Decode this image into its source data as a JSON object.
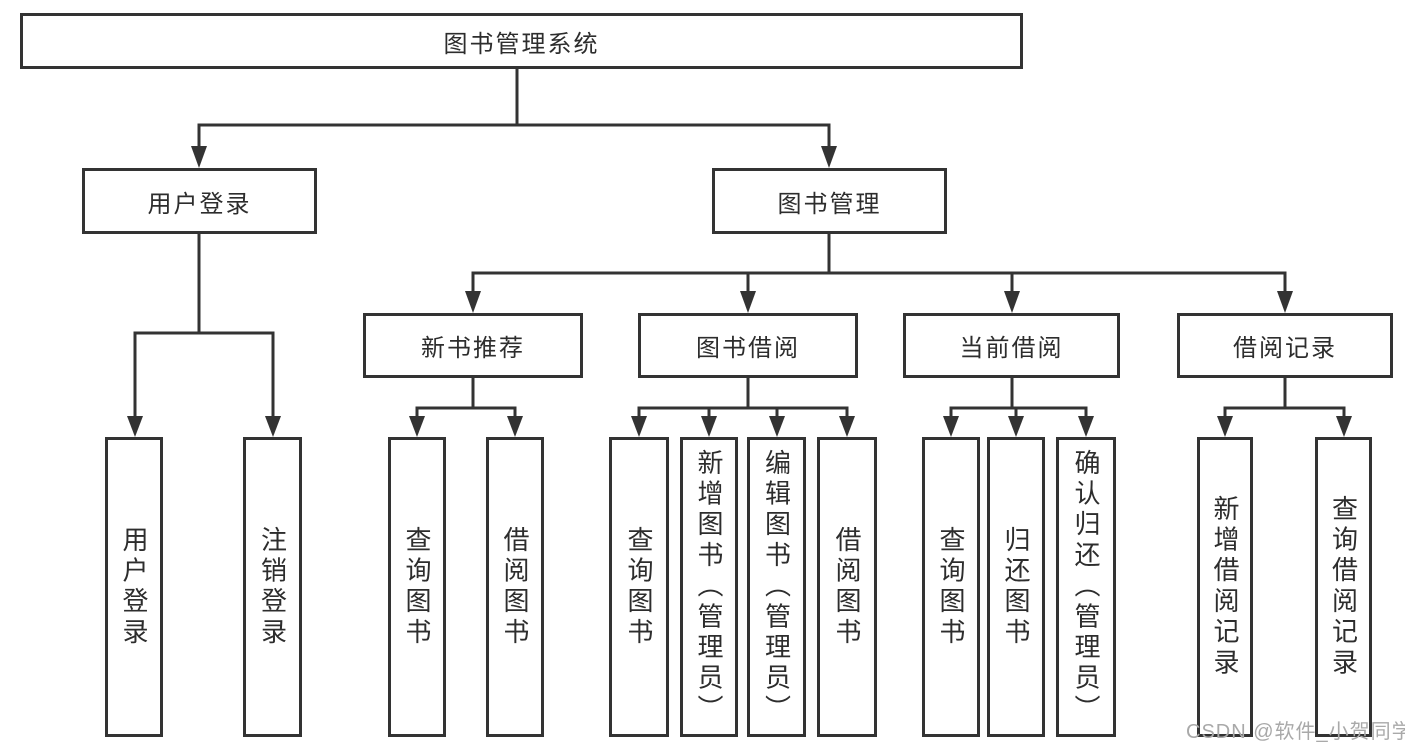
{
  "diagram": {
    "root": "图书管理系统",
    "branches": [
      {
        "label": "用户登录",
        "children": [
          {
            "label": "用户登录"
          },
          {
            "label": "注销登录"
          }
        ]
      },
      {
        "label": "图书管理",
        "children": [
          {
            "label": "新书推荐",
            "children": [
              {
                "label": "查询图书"
              },
              {
                "label": "借阅图书"
              }
            ]
          },
          {
            "label": "图书借阅",
            "children": [
              {
                "label": "查询图书"
              },
              {
                "label": "新增图书（管理员）"
              },
              {
                "label": "编辑图书（管理员）"
              },
              {
                "label": "借阅图书"
              }
            ]
          },
          {
            "label": "当前借阅",
            "children": [
              {
                "label": "查询图书"
              },
              {
                "label": "归还图书"
              },
              {
                "label": "确认归还（管理员）"
              }
            ]
          },
          {
            "label": "借阅记录",
            "children": [
              {
                "label": "新增借阅记录"
              },
              {
                "label": "查询借阅记录"
              }
            ]
          }
        ]
      }
    ]
  },
  "watermark": {
    "text": "CSDN @软件_小贺同学"
  },
  "colors": {
    "line": "#333333",
    "text": "#2d2d2d",
    "background": "#ffffff",
    "watermark": "#a9a9a9"
  }
}
